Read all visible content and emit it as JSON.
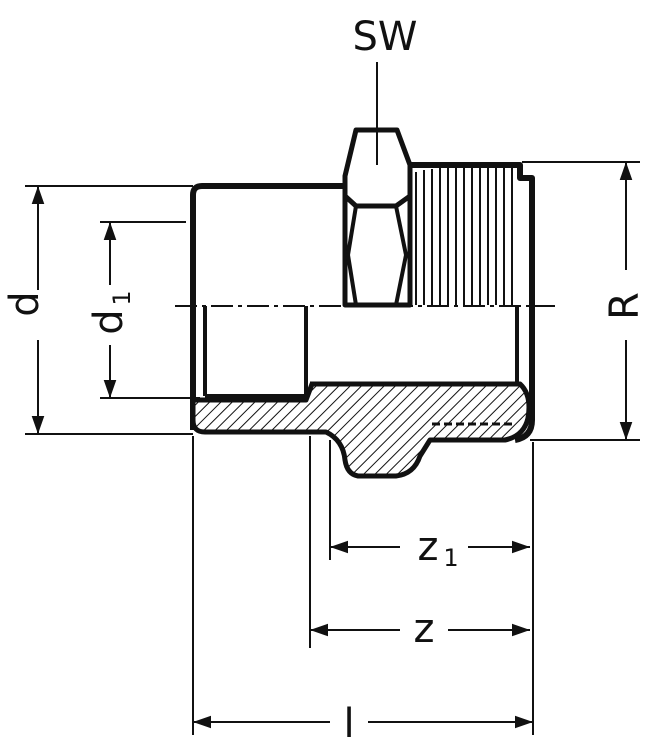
{
  "labels": {
    "sw": "SW",
    "d": "d",
    "d1": "d",
    "d1_sub": "1",
    "r": "R",
    "z1": "z",
    "z1_sub": "1",
    "z": "z",
    "l": "l"
  },
  "colors": {
    "ink": "#111111",
    "paper": "#ffffff"
  }
}
